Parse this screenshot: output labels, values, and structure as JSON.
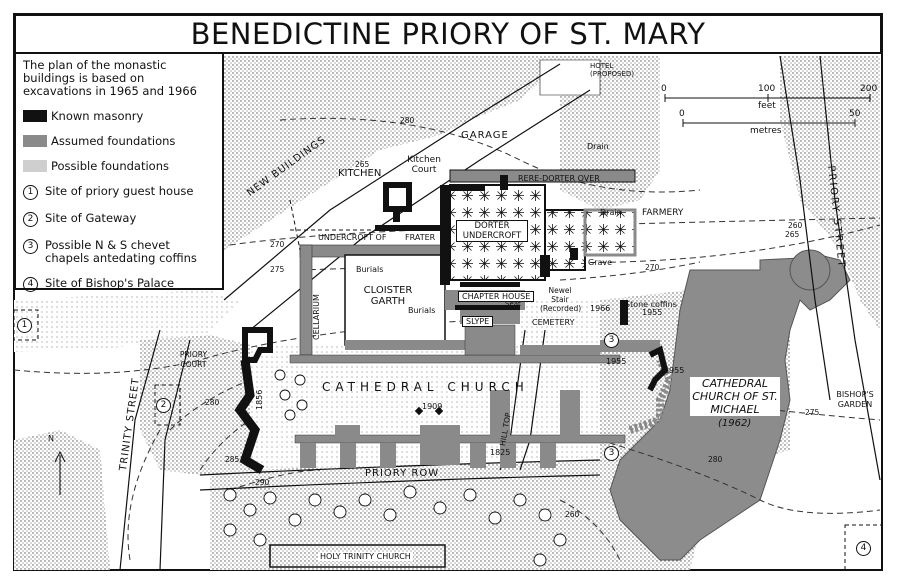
{
  "title": "BENEDICTINE PRIORY OF ST. MARY",
  "legend": {
    "note": "The plan of the monastic buildings is based on excavations in 1965 and 1966",
    "items": [
      {
        "label": "Known masonry"
      },
      {
        "label": "Assumed foundations"
      },
      {
        "label": "Possible foundations"
      }
    ],
    "sites": [
      {
        "num": "1",
        "label": "Site of priory guest house"
      },
      {
        "num": "2",
        "label": "Site of Gateway"
      },
      {
        "num": "3",
        "label": "Possible N & S chevet chapels antedating coffins"
      },
      {
        "num": "4",
        "label": "Site of Bishop's Palace"
      }
    ]
  },
  "scale": {
    "feet_ticks": [
      "0",
      "100",
      "200"
    ],
    "feet_label": "feet",
    "metres_ticks": [
      "0",
      "50"
    ],
    "metres_label": "metres"
  },
  "labels": {
    "hotel": "HOTEL (PROPOSED)",
    "garage": "GARAGE",
    "new_buildings": "NEW BUILDINGS",
    "kitchen": "KITCHEN",
    "kitchen_court": "Kitchen Court",
    "rere_dorter": "RERE-DORTER OVER",
    "drain1": "Drain",
    "drain2": "Drain",
    "farmery": "FARMERY",
    "dorter": "DORTER UNDERCROFT",
    "undercroft_of": "UNDERCROFT OF",
    "frater": "FRATER",
    "burials1": "Burials",
    "burials2": "Burials",
    "cloister": "CLOISTER GARTH",
    "cellarium": "CELLARIUM",
    "chapter_house": "CHAPTER HOUSE",
    "seat": "Seat",
    "newel": "Newel Stair (Recorded)",
    "grave": "Grave",
    "stone_coffins": "Stone coffins",
    "slype": "SLYPE",
    "cemetery": "CEMETERY",
    "priory_court": "PRIORY COURT",
    "trinity_street": "TRINITY STREET",
    "priory_street": "PRIORY STREET",
    "cathedral_church": "CATHEDRAL CHURCH",
    "st_michael": "CATHEDRAL CHURCH OF ST. MICHAEL",
    "st_michael_year": "(1962)",
    "bishops_garden": "BISHOP'S GARDEN",
    "priory_row": "PRIORY ROW",
    "hill_top": "HILL TOP",
    "holy_trinity": "HOLY TRINITY CHURCH",
    "north": "N"
  },
  "dates": {
    "d1966": "1966",
    "d1955a": "1955",
    "d1955b": "1955",
    "d1955c": "1955",
    "d1856": "1856",
    "d1909": "1909",
    "d1825": "1825"
  },
  "contours": {
    "c260a": "260",
    "c260b": "260",
    "c265a": "265",
    "c265b": "265",
    "c270a": "270",
    "c270b": "270",
    "c275a": "275",
    "c275b": "275",
    "c280a": "280",
    "c280b": "280",
    "c280c": "280",
    "c285": "285",
    "c290": "290"
  },
  "markers": {
    "m1": "1",
    "m2": "2",
    "m3a": "3",
    "m3b": "3",
    "m4": "4"
  }
}
